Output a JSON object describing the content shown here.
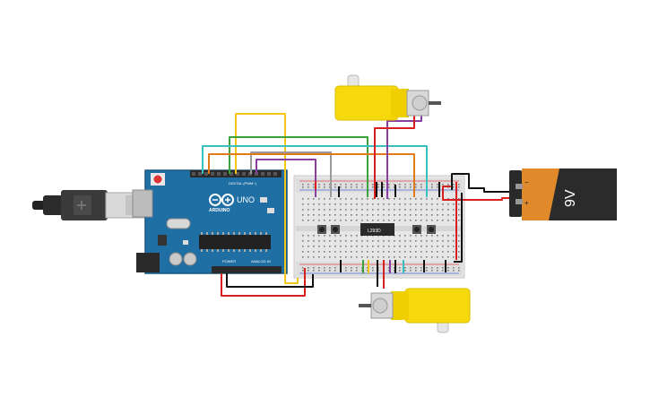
{
  "arduino": {
    "brand": "ARDUINO",
    "model": "UNO",
    "digital_label": "DIGITAL (PWM~)",
    "power_label": "POWER",
    "analog_label": "ANALOG IN",
    "board_color": "#1f6ea4"
  },
  "breadboard": {
    "chip_label": "L293D"
  },
  "battery": {
    "label": "9V",
    "plus": "+",
    "minus": "−"
  },
  "wire_colors": {
    "yellow": "#f5c518",
    "green": "#3aa33a",
    "cyan": "#38c0c0",
    "grey": "#9a9a9a",
    "orange": "#e07a1a",
    "purple": "#8a3ea0",
    "red": "#d81e1e",
    "black": "#111111"
  },
  "icons": {
    "usb": "usb-cable-icon",
    "motor": "dc-gear-motor-icon",
    "battery": "battery-9v-icon"
  }
}
